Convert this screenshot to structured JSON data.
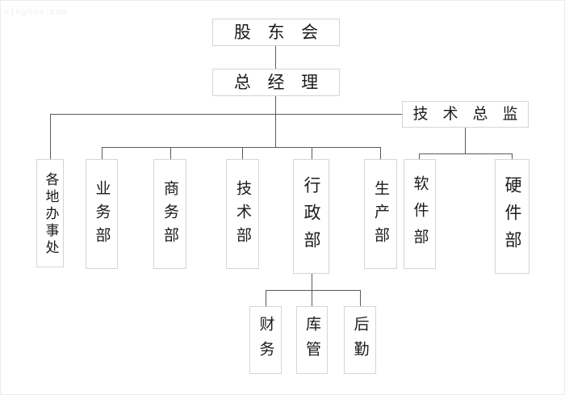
{
  "meta": {
    "watermark": "singhua.com",
    "line_color": "#5a5a5a",
    "box_border_color": "#d5d5d8",
    "background": "#ffffff",
    "text_color": "#1b1b1b"
  },
  "chart_data": {
    "type": "diagram",
    "subtype": "organizational-chart",
    "title": "",
    "orientation": "top-down",
    "nodes": [
      {
        "id": "shareholders",
        "label": "股 东 会",
        "level": 0,
        "text_direction": "horizontal"
      },
      {
        "id": "gm",
        "label": "总 经 理",
        "level": 1,
        "text_direction": "horizontal"
      },
      {
        "id": "cto",
        "label": "技 术 总 监",
        "level": 2,
        "text_direction": "horizontal"
      },
      {
        "id": "offices",
        "label": "各地办事处",
        "level": 3,
        "text_direction": "vertical"
      },
      {
        "id": "sales",
        "label": "业务部",
        "level": 3,
        "text_direction": "vertical"
      },
      {
        "id": "commerce",
        "label": "商务部",
        "level": 3,
        "text_direction": "vertical"
      },
      {
        "id": "tech",
        "label": "技术部",
        "level": 3,
        "text_direction": "vertical"
      },
      {
        "id": "admin",
        "label": "行政部",
        "level": 3,
        "text_direction": "vertical"
      },
      {
        "id": "production",
        "label": "生产部",
        "level": 3,
        "text_direction": "vertical"
      },
      {
        "id": "software",
        "label": "软件部",
        "level": 3,
        "text_direction": "vertical"
      },
      {
        "id": "hardware",
        "label": "硬件部",
        "level": 3,
        "text_direction": "vertical"
      },
      {
        "id": "finance",
        "label": "财务",
        "level": 4,
        "text_direction": "vertical"
      },
      {
        "id": "warehouse",
        "label": "库管",
        "level": 4,
        "text_direction": "vertical"
      },
      {
        "id": "logistics",
        "label": "后勤",
        "level": 4,
        "text_direction": "vertical"
      }
    ],
    "edges": [
      {
        "from": "shareholders",
        "to": "gm"
      },
      {
        "from": "gm",
        "to": "cto"
      },
      {
        "from": "gm",
        "to": "offices"
      },
      {
        "from": "gm",
        "to": "sales"
      },
      {
        "from": "gm",
        "to": "commerce"
      },
      {
        "from": "gm",
        "to": "tech"
      },
      {
        "from": "gm",
        "to": "admin"
      },
      {
        "from": "gm",
        "to": "production"
      },
      {
        "from": "cto",
        "to": "software"
      },
      {
        "from": "cto",
        "to": "hardware"
      },
      {
        "from": "admin",
        "to": "finance"
      },
      {
        "from": "admin",
        "to": "warehouse"
      },
      {
        "from": "admin",
        "to": "logistics"
      }
    ]
  }
}
